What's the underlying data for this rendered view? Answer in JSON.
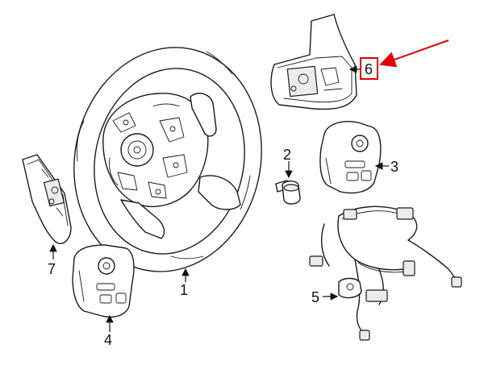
{
  "callouts": [
    {
      "id": "1",
      "label": "1"
    },
    {
      "id": "2",
      "label": "2"
    },
    {
      "id": "3",
      "label": "3"
    },
    {
      "id": "4",
      "label": "4"
    },
    {
      "id": "5",
      "label": "5"
    },
    {
      "id": "6",
      "label": "6"
    },
    {
      "id": "7",
      "label": "7"
    }
  ],
  "highlight": {
    "callout": "6",
    "box_color": "#e00000",
    "arrow_color": "#e00000"
  },
  "colors": {
    "line": "#1a1a1a",
    "background": "#ffffff"
  }
}
